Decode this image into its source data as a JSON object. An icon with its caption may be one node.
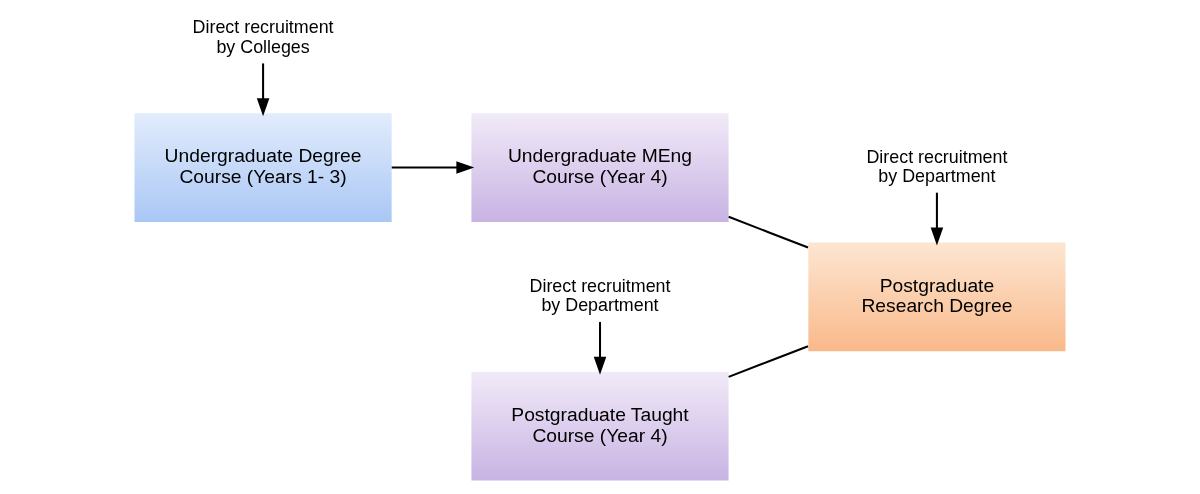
{
  "diagram": {
    "nodes": [
      {
        "text": [
          "Undergraduate Degree Course (Years 1- 3)"
        ]
      },
      {
        "text": [
          "Undergraduate MEng Course (Year 4)"
        ]
      },
      {
        "text": [
          "Postgraduate Taught Course (Year 4)"
        ]
      },
      {
        "text": [
          "Postgraduate Research Degree"
        ]
      },
      {
        "text": [
          "Direct recruitment by Colleges"
        ]
      },
      {
        "text": [
          "Direct recruitment by Department"
        ]
      },
      {
        "text": [
          "Direct recruitment by Department"
        ]
      }
    ],
    "edges": [
      {
        "from": 0,
        "to": 1,
        "arrow": "to"
      },
      {
        "from": 4,
        "to": 0,
        "arrow": "to"
      },
      {
        "from": 1,
        "to": 3,
        "arrow": "none"
      },
      {
        "from": 2,
        "to": 3,
        "arrow": "none"
      },
      {
        "from": 5,
        "to": 2,
        "arrow": "to"
      },
      {
        "from": 6,
        "to": 3,
        "arrow": "to"
      }
    ]
  }
}
